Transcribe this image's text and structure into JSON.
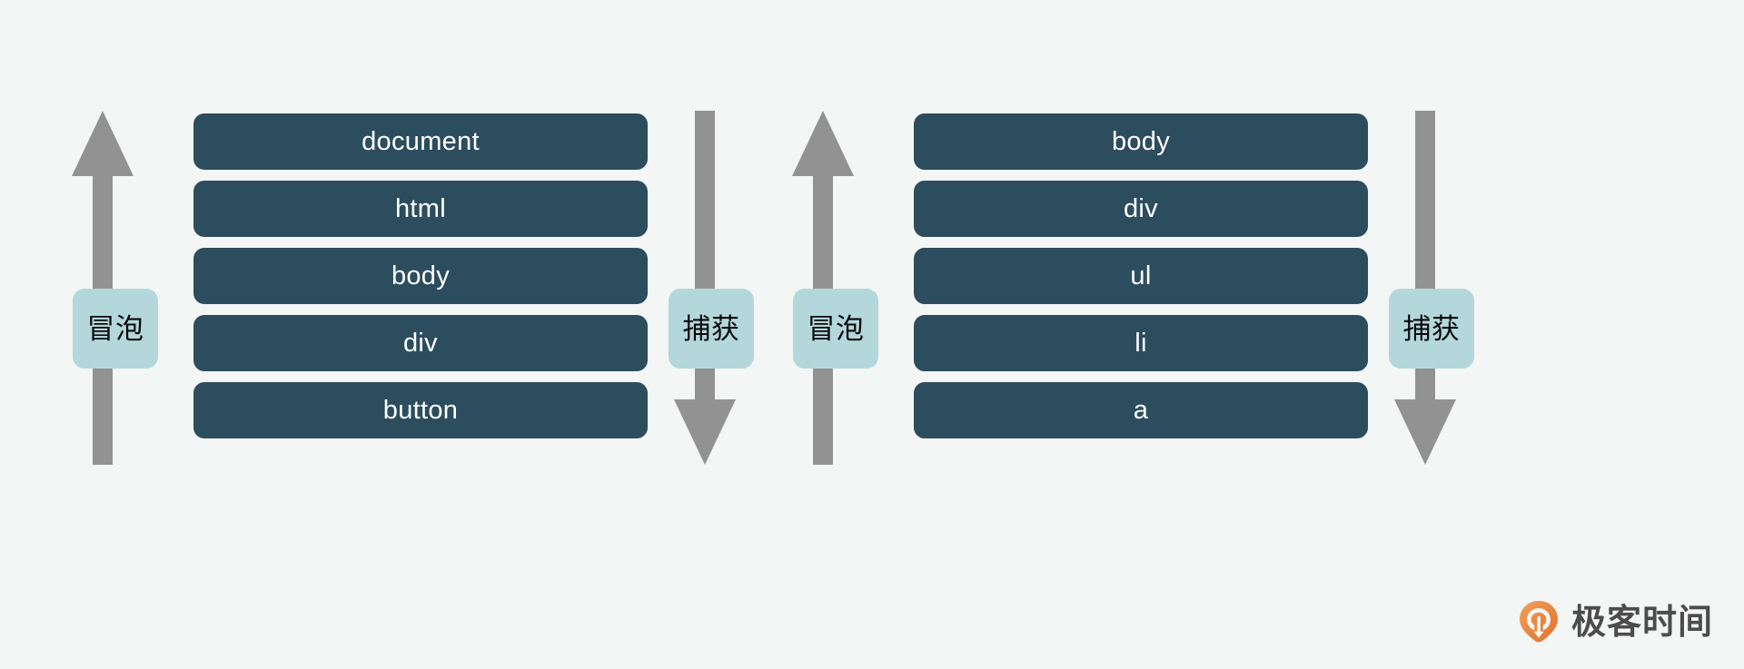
{
  "page": {
    "background_color": "#f4f5f5",
    "node_color": "#2c4d5e",
    "node_text_color": "#ffffff",
    "arrow_color": "#929292",
    "badge_color": "#b4d7dc",
    "badge_text_color": "#0a0a0a",
    "logo_accent_color": "#e8803a"
  },
  "diagrams": [
    {
      "id": "left",
      "bubble_label": "冒泡",
      "capture_label": "捕获",
      "nodes": [
        {
          "label": "document"
        },
        {
          "label": "html"
        },
        {
          "label": "body"
        },
        {
          "label": "div"
        },
        {
          "label": "button"
        }
      ]
    },
    {
      "id": "right",
      "bubble_label": "冒泡",
      "capture_label": "捕获",
      "nodes": [
        {
          "label": "body"
        },
        {
          "label": "div"
        },
        {
          "label": "ul"
        },
        {
          "label": "li"
        },
        {
          "label": "a"
        }
      ]
    }
  ],
  "logo": {
    "wordmark": "极客时间",
    "icon": "geektime-drop-icon"
  }
}
